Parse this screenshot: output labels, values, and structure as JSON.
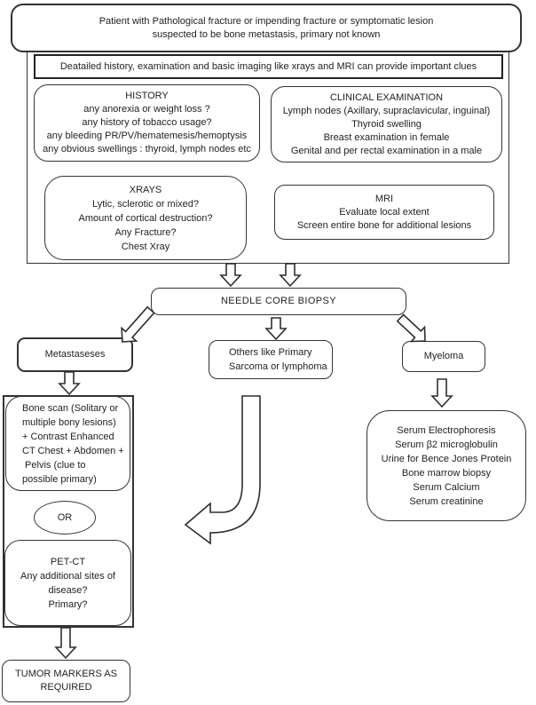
{
  "flowchart": {
    "title": "Patient with Pathological fracture or impending fracture or symptomatic lesion\nsuspected to be bone metastasis, primary not known",
    "clue_bar": "Deatailed history, examination and basic imaging like xrays and MRI can provide important clues",
    "history": "HISTORY\nany anorexia or weight loss ?\nany history of tobacco usage?\nany bleeding PR/PV/hematemesis/hemoptysis\nany obvious swellings : thyroid, lymph nodes etc",
    "clinical_examination": "CLINICAL EXAMINATION\nLymph nodes (Axillary, supraclavicular, inguinal)\nThyroid swelling\nBreast examination in female\nGenital and per rectal examination in a male",
    "xrays": "XRAYS\nLytic, sclerotic or mixed?\nAmount of cortical destruction?\nAny Fracture?\nChest Xray",
    "mri": "MRI\nEvaluate local extent\nScreen entire bone for additional lesions",
    "biopsy": "NEEDLE CORE BIOPSY",
    "metastases": "Metastaseses",
    "others": "Others like Primary\nSarcoma or lymphoma",
    "myeloma": "Myeloma",
    "bone_scan": "Bone scan (Solitary or\nmultiple bony lesions)\n+ Contrast Enhanced\nCT Chest + Abdomen +\n Pelvis (clue to\npossible primary)",
    "or_label": "OR",
    "pet_ct": "PET-CT\nAny additional sites of\ndisease?\nPrimary?",
    "tumor_markers": "TUMOR MARKERS AS\nREQUIRED",
    "myeloma_workup": "Serum Electrophoresis\nSerum β2 microglobulin\nUrine for Bence Jones Protein\nBone marrow biopsy\nSerum Calcium\nSerum creatinine"
  },
  "colors": {
    "line": "#2e2e2e",
    "background": "#ffffff",
    "text": "#222222"
  }
}
